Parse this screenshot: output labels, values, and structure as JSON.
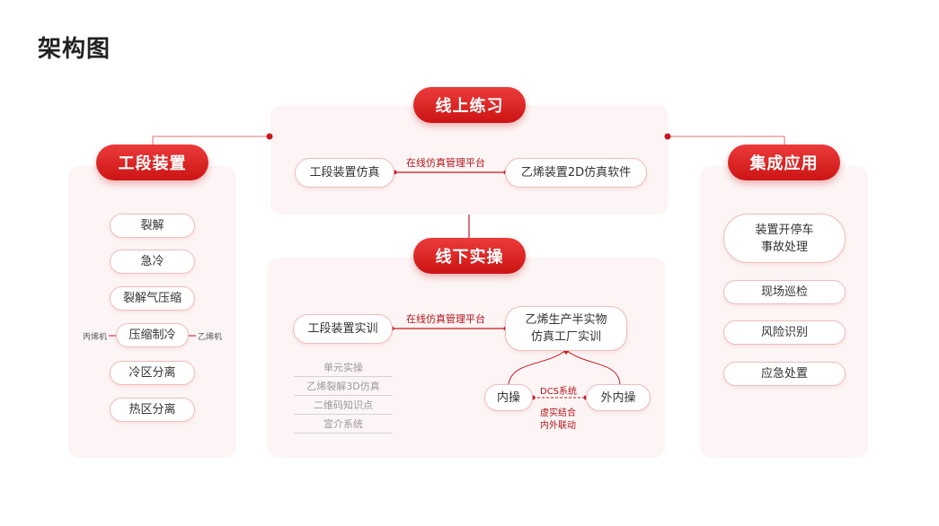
{
  "title": "架构图",
  "online": {
    "title": "线上练习",
    "left_node": "工段装置仿真",
    "edge_label": "在线仿真管理平台",
    "right_node": "乙烯装置2D仿真软件"
  },
  "offline": {
    "title": "线下实操",
    "left_node": "工段装置实训",
    "edge_label": "在线仿真管理平台",
    "right_node_line1": "乙烯生产半实物",
    "right_node_line2": "仿真工厂实训",
    "sub_items": [
      "单元实操",
      "乙烯裂解3D仿真",
      "二维码知识点",
      "宣介系统"
    ],
    "inner_node": "内操",
    "outer_node": "外内操",
    "dcs_label": "DCS系统",
    "combine_line1": "虚实结合",
    "combine_line2": "内外联动"
  },
  "left": {
    "title": "工段装置",
    "items": [
      "裂解",
      "急冷",
      "裂解气压缩",
      "压缩制冷",
      "冷区分离",
      "热区分离"
    ],
    "left_tag": "丙烯机",
    "right_tag": "乙烯机"
  },
  "right": {
    "title": "集成应用",
    "item1_line1": "装置开停车",
    "item1_line2": "事故处理",
    "items": [
      "现场巡检",
      "风险识别",
      "应急处置"
    ]
  }
}
